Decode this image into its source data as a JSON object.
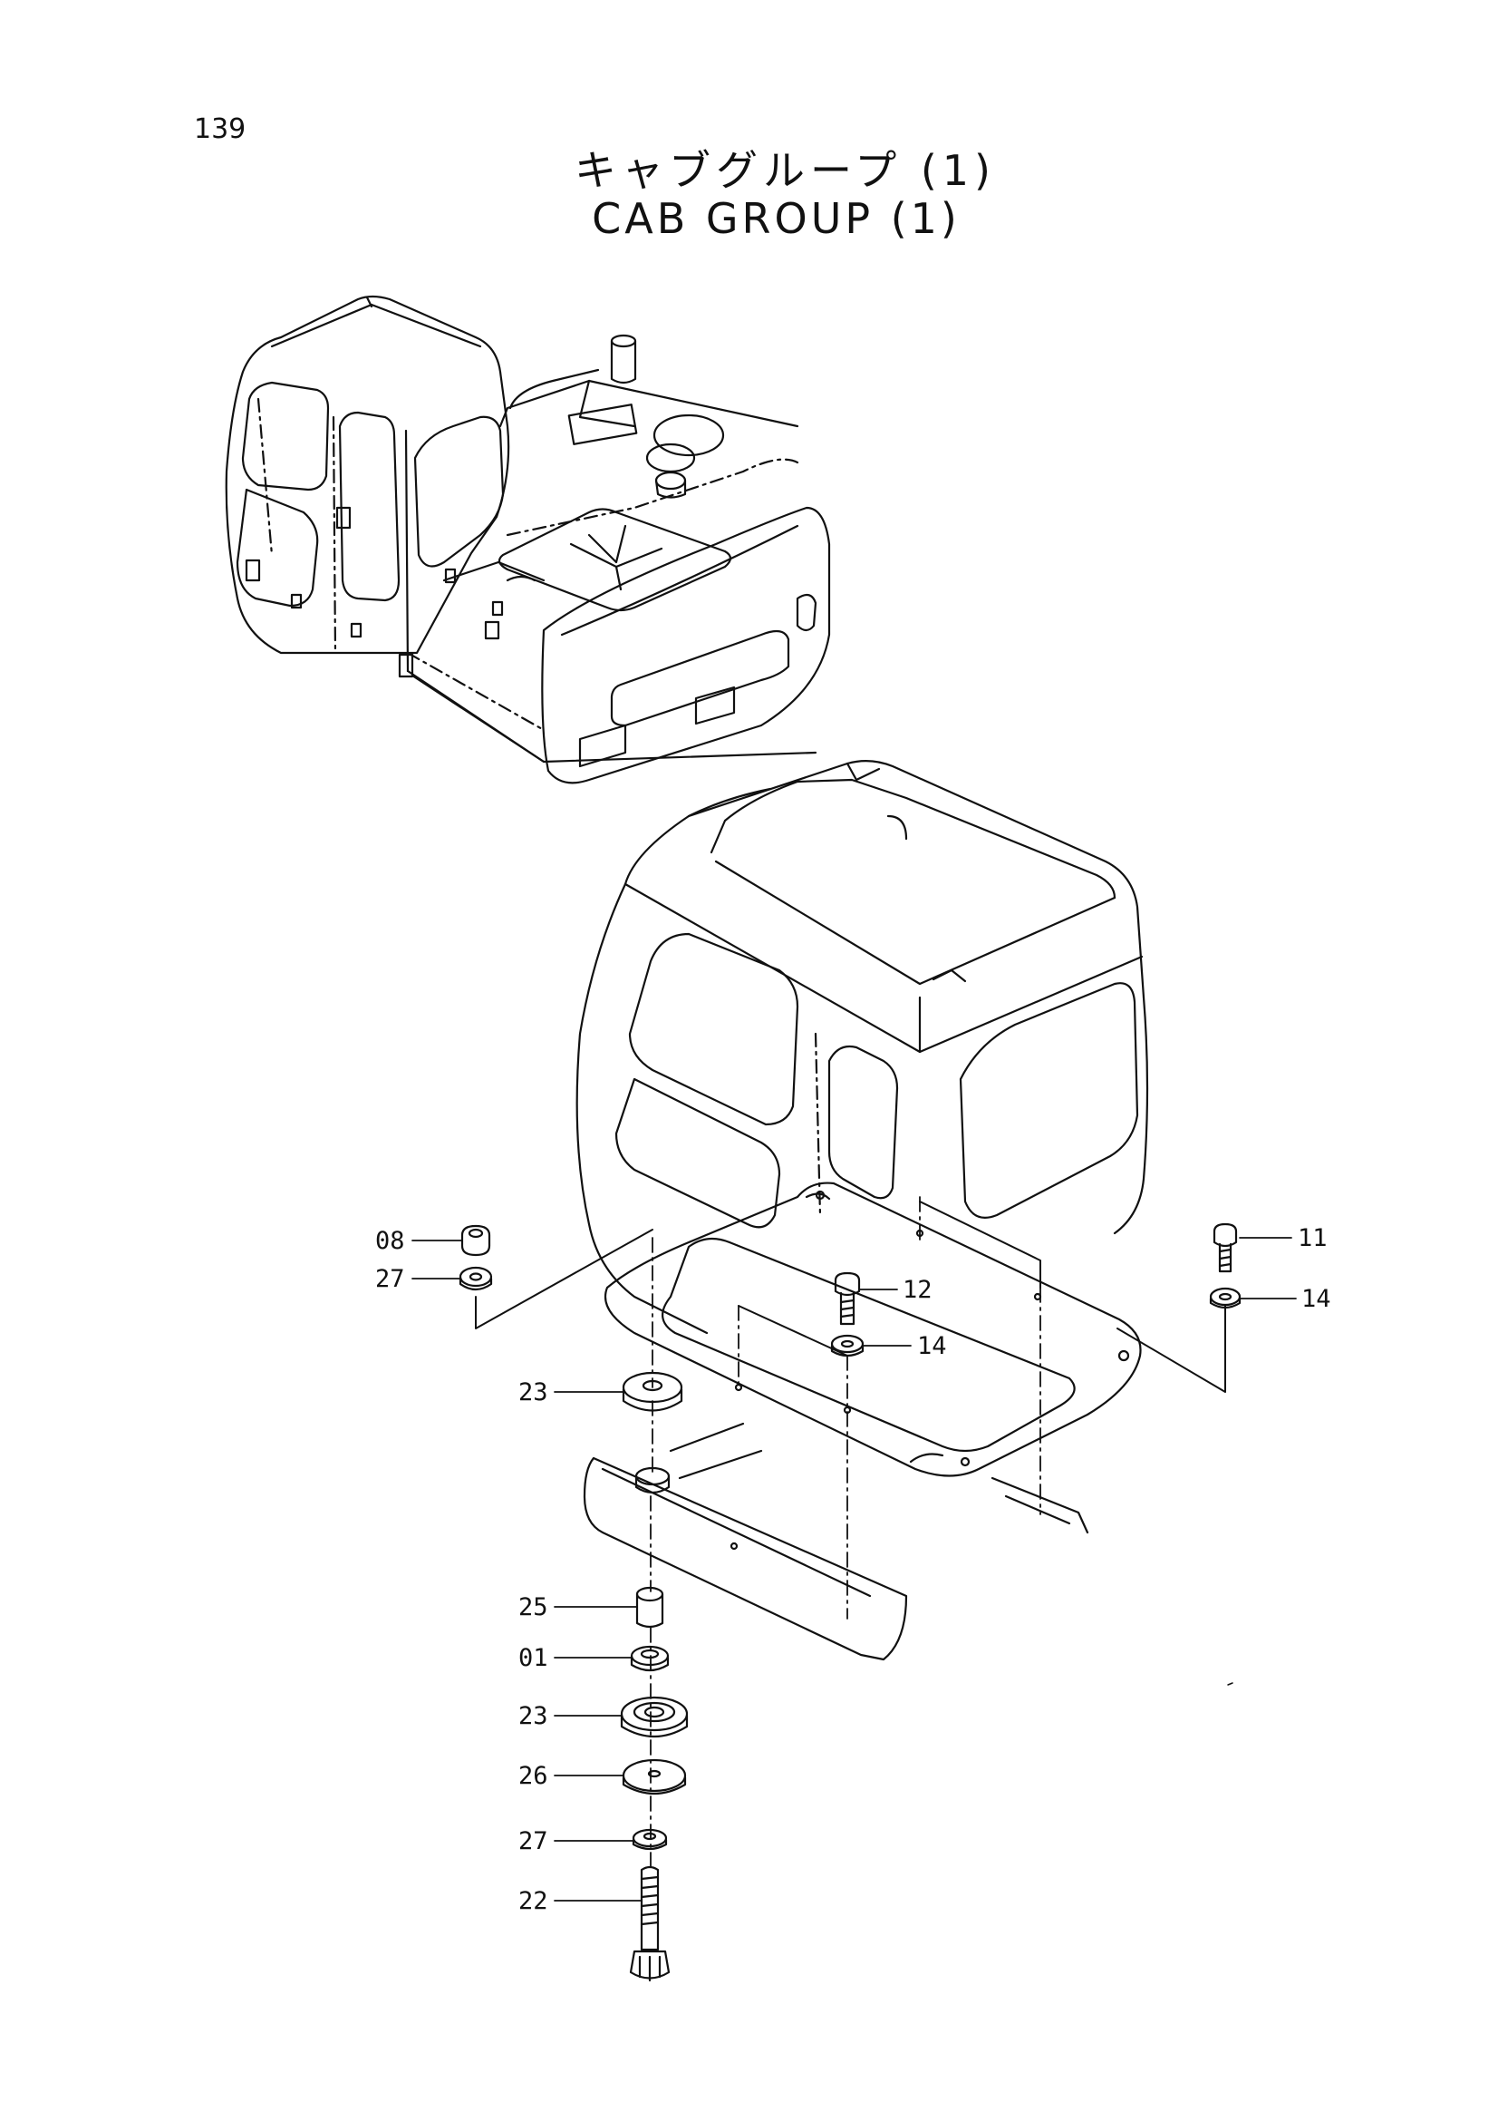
{
  "page": {
    "number": "139"
  },
  "title": {
    "japanese": "キャブグループ (1)",
    "english": "CAB GROUP (1)"
  },
  "callouts": [
    {
      "id": "c08a",
      "label": "08"
    },
    {
      "id": "c27a",
      "label": "27"
    },
    {
      "id": "c11",
      "label": "11"
    },
    {
      "id": "c12",
      "label": "12"
    },
    {
      "id": "c14a",
      "label": "14"
    },
    {
      "id": "c14b",
      "label": "14"
    },
    {
      "id": "c23a",
      "label": "23"
    },
    {
      "id": "c25",
      "label": "25"
    },
    {
      "id": "c01",
      "label": "01"
    },
    {
      "id": "c23b",
      "label": "23"
    },
    {
      "id": "c26",
      "label": "26"
    },
    {
      "id": "c27b",
      "label": "27"
    },
    {
      "id": "c22",
      "label": "22"
    }
  ]
}
